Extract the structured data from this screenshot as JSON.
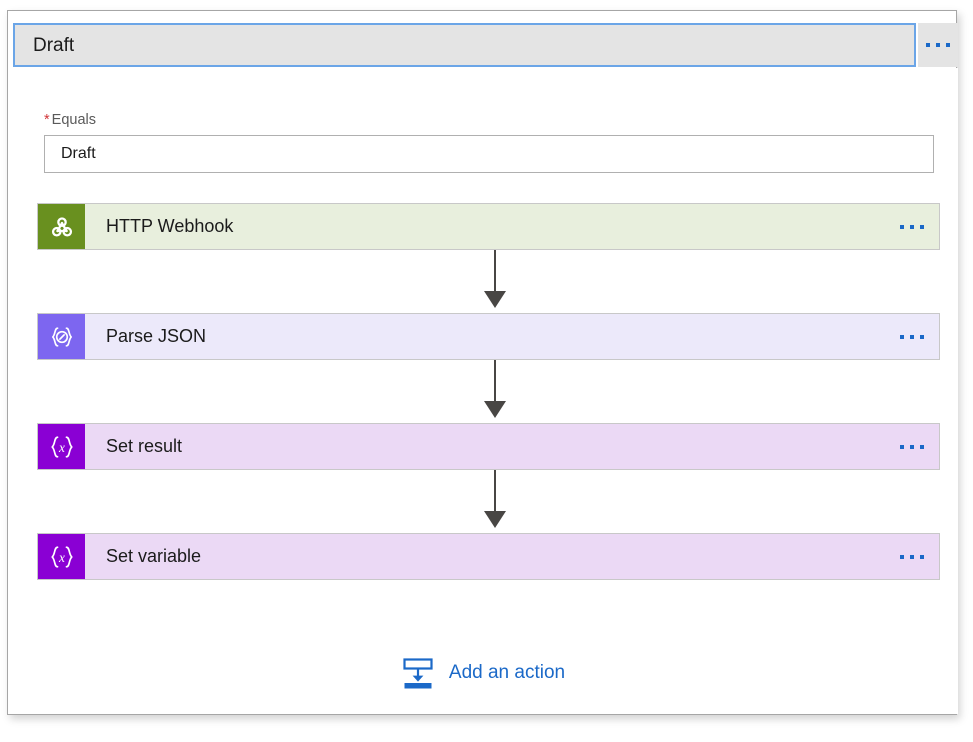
{
  "panel": {
    "title": "Draft",
    "title_menu_icon": "ellipsis-icon"
  },
  "field": {
    "required_marker": "*",
    "label": "Equals",
    "value": "Draft",
    "placeholder": ""
  },
  "flow": {
    "cards": [
      {
        "label": "HTTP Webhook",
        "icon": "webhook-icon",
        "icon_bg": "#69901f",
        "body_bg": "#e8efdd",
        "menu_icon": "ellipsis-icon"
      },
      {
        "label": "Parse JSON",
        "icon": "braces-pencil-icon",
        "icon_bg": "#7d66f0",
        "body_bg": "#ece9fa",
        "menu_icon": "ellipsis-icon"
      },
      {
        "label": "Set result",
        "icon": "braces-x-icon",
        "icon_bg": "#8a00d4",
        "body_bg": "#ebd9f5",
        "menu_icon": "ellipsis-icon"
      },
      {
        "label": "Set variable",
        "icon": "braces-x-icon",
        "icon_bg": "#8a00d4",
        "body_bg": "#ebd9f5",
        "menu_icon": "ellipsis-icon"
      }
    ],
    "connector_color": "#484644"
  },
  "add_action": {
    "label": "Add an action",
    "icon": "insert-below-icon",
    "color": "#1b69c8"
  },
  "colors": {
    "focus_border": "#6ba5e7",
    "title_bg": "#e4e4e4",
    "required_red": "#d13438",
    "link_blue": "#1b69c8",
    "panel_border": "#a6a6a6"
  }
}
